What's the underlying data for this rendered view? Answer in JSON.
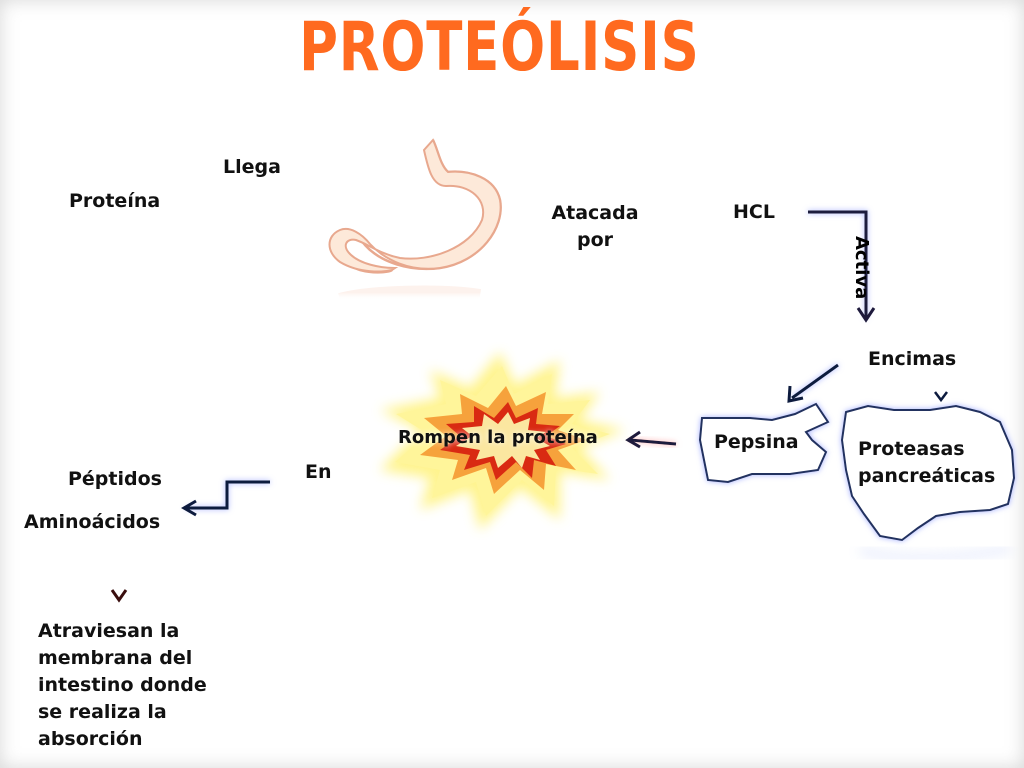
{
  "title": "PROTEÓLISIS",
  "colors": {
    "title": "#ff6a1f",
    "arrow_dark": "#1e1a3c",
    "arrow_blue": "#0d1b3e",
    "line_red": "#8a1a1a",
    "shape_fill": "#ffffff",
    "shape_border": "#b8c6f5",
    "burst_outer": "#fff27a",
    "burst_mid": "#f6a23c",
    "burst_inner": "#d92a12",
    "stomach_fill": "#fde9d9",
    "stomach_outline": "#e8a88e"
  },
  "labels": {
    "proteina": "Proteína",
    "llega": "Llega",
    "atacada_por": "Atacada por",
    "hcl": "HCL",
    "activa": "Activa",
    "encimas": "Encimas",
    "pepsina": "Pepsina",
    "proteasas": "Proteasas pancreáticas",
    "rompen": "Rompen  la proteína",
    "en": "En",
    "peptidos": "Péptidos",
    "aminoacidos": "Aminoácidos",
    "absorcion": "Atraviesan  la membrana del intestino donde se realiza la absorción"
  },
  "icons": {
    "stomach": "stomach-icon",
    "burst": "explosion-burst-icon"
  }
}
